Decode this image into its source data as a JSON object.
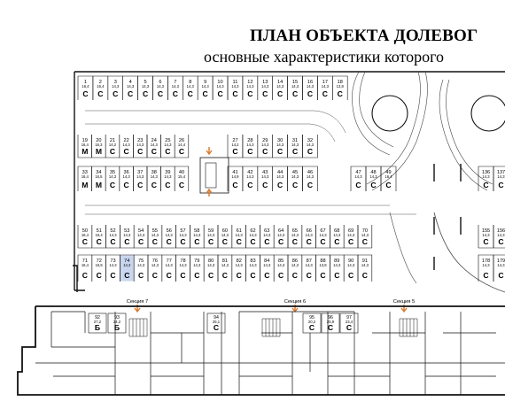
{
  "header": {
    "title": "ПЛАН ОБЪЕКТА ДОЛЕВОГ",
    "subtitle": "основные характеристики которого"
  },
  "spaces": [
    {
      "n": "1",
      "a": "16,4",
      "t": "С"
    },
    {
      "n": "2",
      "a": "16,4",
      "t": "С"
    },
    {
      "n": "3",
      "a": "14,3",
      "t": "С"
    },
    {
      "n": "4",
      "a": "14,3",
      "t": "С"
    },
    {
      "n": "5",
      "a": "14,3",
      "t": "С"
    },
    {
      "n": "6",
      "a": "14,3",
      "t": "С"
    },
    {
      "n": "7",
      "a": "14,3",
      "t": "С"
    },
    {
      "n": "8",
      "a": "14,3",
      "t": "С"
    },
    {
      "n": "9",
      "a": "14,3",
      "t": "С"
    },
    {
      "n": "10",
      "a": "14,3",
      "t": "С"
    },
    {
      "n": "11",
      "a": "14,3",
      "t": "С"
    },
    {
      "n": "12",
      "a": "14,3",
      "t": "С"
    },
    {
      "n": "13",
      "a": "14,3",
      "t": "С"
    },
    {
      "n": "14",
      "a": "14,3",
      "t": "С"
    },
    {
      "n": "15",
      "a": "14,3",
      "t": "С"
    },
    {
      "n": "16",
      "a": "14,3",
      "t": "С"
    },
    {
      "n": "17",
      "a": "14,3",
      "t": "С"
    },
    {
      "n": "18",
      "a": "13,8",
      "t": "С"
    },
    {
      "n": "19",
      "a": "16,4",
      "t": "М"
    },
    {
      "n": "20",
      "a": "16,3",
      "t": "М"
    },
    {
      "n": "21",
      "a": "14,2",
      "t": "С"
    },
    {
      "n": "22",
      "a": "14,3",
      "t": "С"
    },
    {
      "n": "23",
      "a": "14,3",
      "t": "С"
    },
    {
      "n": "24",
      "a": "14,3",
      "t": "С"
    },
    {
      "n": "25",
      "a": "14,3",
      "t": "С"
    },
    {
      "n": "26",
      "a": "14,4",
      "t": "С"
    },
    {
      "n": "27",
      "a": "14,2",
      "t": "С"
    },
    {
      "n": "28",
      "a": "14,3",
      "t": "С"
    },
    {
      "n": "29",
      "a": "14,3",
      "t": "С"
    },
    {
      "n": "30",
      "a": "14,3",
      "t": "С"
    },
    {
      "n": "31",
      "a": "14,3",
      "t": "С"
    },
    {
      "n": "32",
      "a": "14,3",
      "t": "С"
    },
    {
      "n": "33",
      "a": "16,4",
      "t": "М"
    },
    {
      "n": "34",
      "a": "16,5",
      "t": "М"
    },
    {
      "n": "35",
      "a": "14,3",
      "t": "С"
    },
    {
      "n": "36",
      "a": "14,3",
      "t": "С"
    },
    {
      "n": "37",
      "a": "14,3",
      "t": "С"
    },
    {
      "n": "38",
      "a": "14,3",
      "t": "С"
    },
    {
      "n": "39",
      "a": "14,3",
      "t": "С"
    },
    {
      "n": "40",
      "a": "15,4",
      "t": "С"
    },
    {
      "n": "41",
      "a": "14,9",
      "t": "С"
    },
    {
      "n": "42",
      "a": "14,3",
      "t": "С"
    },
    {
      "n": "43",
      "a": "14,3",
      "t": "С"
    },
    {
      "n": "44",
      "a": "14,3",
      "t": "С"
    },
    {
      "n": "45",
      "a": "14,3",
      "t": "С"
    },
    {
      "n": "46",
      "a": "14,3",
      "t": "С"
    },
    {
      "n": "47",
      "a": "14,3",
      "t": "С"
    },
    {
      "n": "48",
      "a": "14,3",
      "t": "С"
    },
    {
      "n": "49",
      "a": "16,4",
      "t": "С"
    },
    {
      "n": "50",
      "a": "16,4",
      "t": "С"
    },
    {
      "n": "51",
      "a": "16,4",
      "t": "С"
    },
    {
      "n": "52",
      "a": "14,3",
      "t": "С"
    },
    {
      "n": "53",
      "a": "14,3",
      "t": "С"
    },
    {
      "n": "54",
      "a": "14,3",
      "t": "С"
    },
    {
      "n": "55",
      "a": "14,3",
      "t": "С"
    },
    {
      "n": "56",
      "a": "14,3",
      "t": "С"
    },
    {
      "n": "57",
      "a": "14,3",
      "t": "С"
    },
    {
      "n": "58",
      "a": "14,3",
      "t": "С"
    },
    {
      "n": "59",
      "a": "14,3",
      "t": "С"
    },
    {
      "n": "60",
      "a": "14,3",
      "t": "С"
    },
    {
      "n": "61",
      "a": "14,3",
      "t": "С"
    },
    {
      "n": "62",
      "a": "14,3",
      "t": "С"
    },
    {
      "n": "63",
      "a": "14,3",
      "t": "С"
    },
    {
      "n": "64",
      "a": "14,3",
      "t": "С"
    },
    {
      "n": "65",
      "a": "14,3",
      "t": "С"
    },
    {
      "n": "66",
      "a": "14,3",
      "t": "С"
    },
    {
      "n": "67",
      "a": "14,3",
      "t": "С"
    },
    {
      "n": "68",
      "a": "14,3",
      "t": "С"
    },
    {
      "n": "69",
      "a": "14,3",
      "t": "С"
    },
    {
      "n": "70",
      "a": "14,3",
      "t": "С"
    },
    {
      "n": "71",
      "a": "16,4",
      "t": "С"
    },
    {
      "n": "72",
      "a": "16,5",
      "t": "С"
    },
    {
      "n": "73",
      "a": "14,3",
      "t": "С"
    },
    {
      "n": "74",
      "a": "14,3",
      "t": "С"
    },
    {
      "n": "75",
      "a": "14,3",
      "t": "С"
    },
    {
      "n": "76",
      "a": "14,3",
      "t": "С"
    },
    {
      "n": "77",
      "a": "14,3",
      "t": "С"
    },
    {
      "n": "78",
      "a": "14,3",
      "t": "С"
    },
    {
      "n": "79",
      "a": "14,3",
      "t": "С"
    },
    {
      "n": "80",
      "a": "14,3",
      "t": "С"
    },
    {
      "n": "81",
      "a": "14,3",
      "t": "С"
    },
    {
      "n": "82",
      "a": "14,3",
      "t": "С"
    },
    {
      "n": "83",
      "a": "14,3",
      "t": "С"
    },
    {
      "n": "84",
      "a": "14,3",
      "t": "С"
    },
    {
      "n": "85",
      "a": "14,3",
      "t": "С"
    },
    {
      "n": "86",
      "a": "14,3",
      "t": "С"
    },
    {
      "n": "87",
      "a": "14,3",
      "t": "С"
    },
    {
      "n": "88",
      "a": "13,8",
      "t": "С"
    },
    {
      "n": "89",
      "a": "14,3",
      "t": "С"
    },
    {
      "n": "90",
      "a": "14,3",
      "t": "С"
    },
    {
      "n": "91",
      "a": "14,3",
      "t": "С"
    },
    {
      "n": "136",
      "a": "14,3",
      "t": "С"
    },
    {
      "n": "137",
      "a": "14,3",
      "t": "С"
    },
    {
      "n": "155",
      "a": "14,3",
      "t": "С"
    },
    {
      "n": "156",
      "a": "14,3",
      "t": "С"
    },
    {
      "n": "178",
      "a": "14,3",
      "t": "С"
    },
    {
      "n": "179",
      "a": "14,3",
      "t": "С"
    }
  ],
  "highlight_space": "74",
  "sections": [
    "Секция 7",
    "Секция 6",
    "Секция 5"
  ],
  "storage_units": [
    {
      "n": "92",
      "a": "27,2",
      "t": "Б"
    },
    {
      "n": "93",
      "a": "24,2",
      "t": "Б"
    },
    {
      "n": "94",
      "a": "25,1",
      "t": "С"
    },
    {
      "n": "95",
      "a": "20,2",
      "t": "С"
    },
    {
      "n": "96",
      "a": "25,9",
      "t": "С"
    },
    {
      "n": "97",
      "a": "23,4",
      "t": "С"
    }
  ],
  "colors": {
    "line": "#111111",
    "highlight": "#c9d6ef",
    "arrow": "#d9792b",
    "ramp_line": "#444444"
  }
}
